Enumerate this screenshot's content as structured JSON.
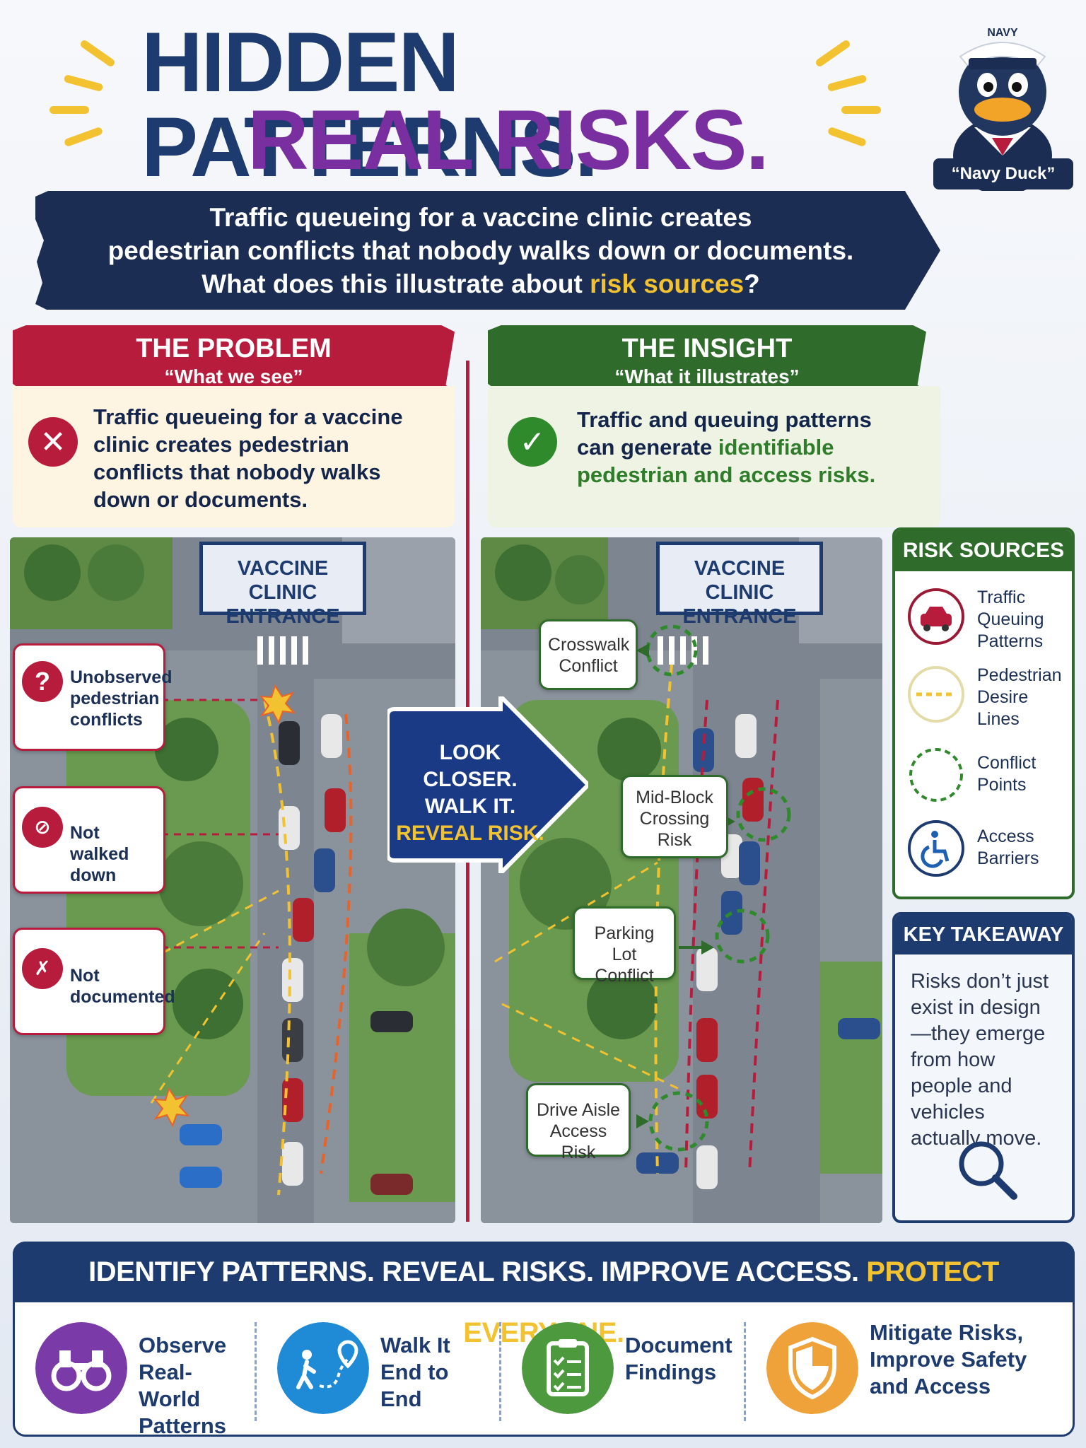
{
  "title": {
    "line1": "HIDDEN PATTERNS.",
    "line2": "REAL RISKS."
  },
  "mascot": {
    "hat": "NAVY",
    "label": "“Navy Duck”"
  },
  "banner": {
    "line1": "Traffic queueing for a vaccine clinic creates",
    "line2": "pedestrian conflicts that nobody walks down or documents.",
    "line3_pre": "What does this illustrate about ",
    "line3_hl": "risk sources",
    "line3_post": "?"
  },
  "problem": {
    "title": "THE PROBLEM",
    "subtitle": "“What we see”",
    "text": "Traffic queueing for a vaccine clinic creates pedestrian conflicts that nobody walks down or documents."
  },
  "insight": {
    "title": "THE INSIGHT",
    "subtitle": "“What it illustrates”",
    "text_pre": "Traffic and queuing patterns can generate ",
    "text_hl": "identifiable pedestrian and access risks."
  },
  "map": {
    "entrance_line1": "VACCINE CLINIC",
    "entrance_line2": "ENTRANCE",
    "left_callouts": [
      "Unobserved pedestrian conflicts",
      "Not walked down",
      "Not documented"
    ],
    "right_callouts": [
      "Crosswalk Conflict",
      "Mid-Block Crossing Risk",
      "Parking Lot Conflict",
      "Drive Aisle Access Risk"
    ]
  },
  "look_closer": {
    "line1": "LOOK CLOSER.",
    "line2": "WALK IT.",
    "line3": "REVEAL RISK."
  },
  "risk_sources": {
    "title": "RISK SOURCES",
    "items": [
      "Traffic Queuing Patterns",
      "Pedestrian Desire Lines",
      "Conflict Points",
      "Access Barriers"
    ]
  },
  "key_takeaway": {
    "title": "KEY TAKEAWAY",
    "text": "Risks don’t just exist in design—they emerge from how people and vehicles actually move."
  },
  "bottom": {
    "head_pre": "IDENTIFY PATTERNS. REVEAL RISKS. IMPROVE ACCESS. ",
    "head_hl": "PROTECT EVERYONE.",
    "steps": [
      "Observe Real-World Patterns",
      "Walk It End to End",
      "Document Findings",
      "Mitigate Risks, Improve Safety and Access"
    ]
  },
  "colors": {
    "navy": "#1d3b6e",
    "purple": "#7a2fa0",
    "red": "#b81c3c",
    "green": "#2f6b2a",
    "yellow": "#f2c230"
  }
}
